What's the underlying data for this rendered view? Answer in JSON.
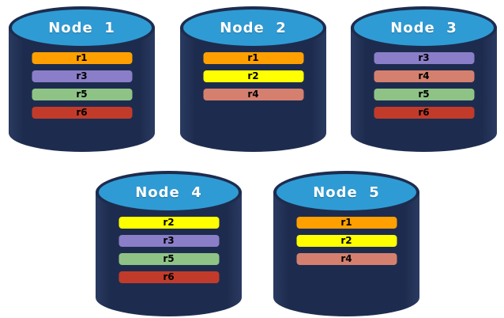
{
  "colors": {
    "cylinder_body": "#1d2c4e",
    "cylinder_top": "#2f9bd4",
    "title_text": "#ffffff",
    "bar_text": "#000000",
    "replica_palette": {
      "r1": "#ffa000",
      "r2": "#ffff00",
      "r3": "#8b7ec8",
      "r4": "#d5806f",
      "r5": "#8fc386",
      "r6": "#c23b2a"
    }
  },
  "nodes": [
    {
      "label": "Node  1",
      "replicas": [
        {
          "id": "r1",
          "color": "#ffa000"
        },
        {
          "id": "r3",
          "color": "#8b7ec8"
        },
        {
          "id": "r5",
          "color": "#8fc386"
        },
        {
          "id": "r6",
          "color": "#c23b2a"
        }
      ]
    },
    {
      "label": "Node  2",
      "replicas": [
        {
          "id": "r1",
          "color": "#ffa000"
        },
        {
          "id": "r2",
          "color": "#ffff00"
        },
        {
          "id": "r4",
          "color": "#d5806f"
        }
      ]
    },
    {
      "label": "Node  3",
      "replicas": [
        {
          "id": "r3",
          "color": "#8b7ec8"
        },
        {
          "id": "r4",
          "color": "#d5806f"
        },
        {
          "id": "r5",
          "color": "#8fc386"
        },
        {
          "id": "r6",
          "color": "#c23b2a"
        }
      ]
    },
    {
      "label": "Node  4",
      "replicas": [
        {
          "id": "r2",
          "color": "#ffff00"
        },
        {
          "id": "r3",
          "color": "#8b7ec8"
        },
        {
          "id": "r5",
          "color": "#8fc386"
        },
        {
          "id": "r6",
          "color": "#c23b2a"
        }
      ]
    },
    {
      "label": "Node  5",
      "replicas": [
        {
          "id": "r1",
          "color": "#ffa000"
        },
        {
          "id": "r2",
          "color": "#ffff00"
        },
        {
          "id": "r4",
          "color": "#d5806f"
        }
      ]
    }
  ]
}
